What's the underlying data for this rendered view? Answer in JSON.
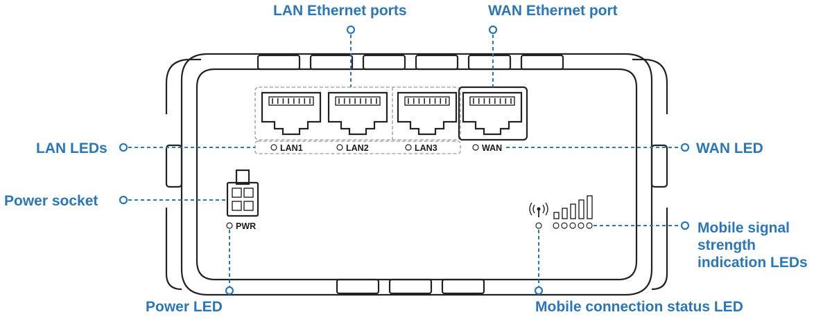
{
  "callouts": {
    "lan_ethernet_ports": "LAN Ethernet ports",
    "wan_ethernet_port": "WAN Ethernet port",
    "lan_leds": "LAN LEDs",
    "wan_led": "WAN LED",
    "power_socket": "Power socket",
    "mobile_signal_line1": "Mobile signal",
    "mobile_signal_line2": "strength",
    "mobile_signal_line3": "indication LEDs",
    "power_led": "Power LED",
    "mobile_connection_status_led": "Mobile connection status LED"
  },
  "ports": {
    "lan1": "LAN1",
    "lan2": "LAN2",
    "lan3": "LAN3",
    "wan": "WAN",
    "pwr": "PWR"
  },
  "colors": {
    "callout": "#2a77b8",
    "device_outline": "#222222",
    "port_group_outline": "#a8a8a8"
  }
}
